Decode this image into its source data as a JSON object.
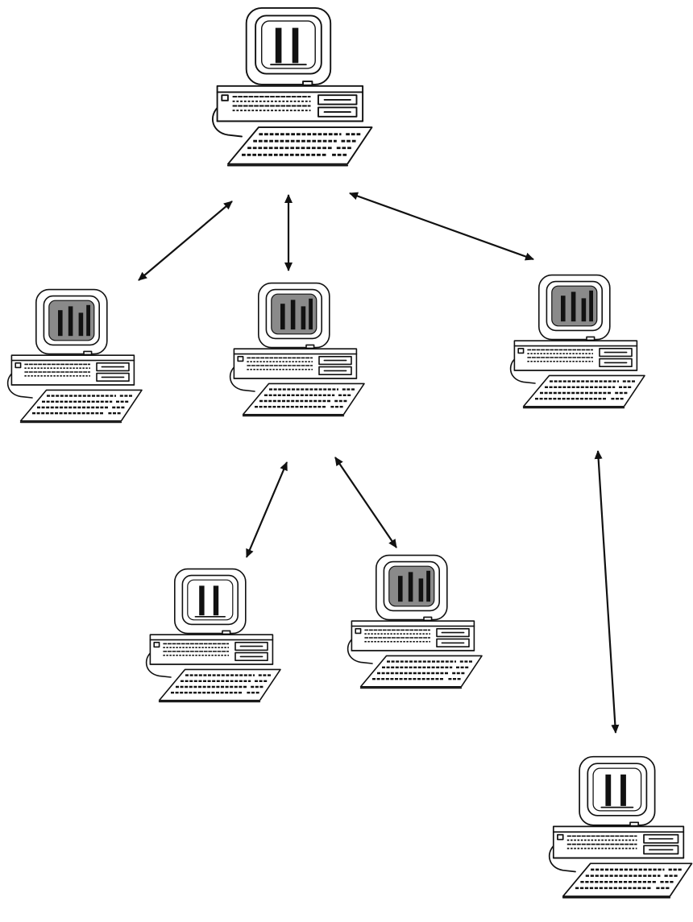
{
  "diagram": {
    "type": "network-topology",
    "nodes": [
      {
        "id": "computer-top",
        "screen": "plain"
      },
      {
        "id": "computer-left",
        "screen": "shaded"
      },
      {
        "id": "computer-middle",
        "screen": "shaded"
      },
      {
        "id": "computer-right",
        "screen": "shaded"
      },
      {
        "id": "computer-bottom-left",
        "screen": "plain"
      },
      {
        "id": "computer-bottom-center",
        "screen": "shaded"
      },
      {
        "id": "computer-bottom-right",
        "screen": "plain"
      }
    ],
    "edges": [
      {
        "from": "computer-top",
        "to": "computer-left",
        "direction": "bidirectional"
      },
      {
        "from": "computer-top",
        "to": "computer-middle",
        "direction": "bidirectional"
      },
      {
        "from": "computer-top",
        "to": "computer-right",
        "direction": "bidirectional"
      },
      {
        "from": "computer-middle",
        "to": "computer-bottom-left",
        "direction": "bidirectional"
      },
      {
        "from": "computer-middle",
        "to": "computer-bottom-center",
        "direction": "bidirectional"
      },
      {
        "from": "computer-right",
        "to": "computer-bottom-right",
        "direction": "bidirectional"
      }
    ],
    "colors": {
      "ink": "#111111",
      "background": "#ffffff",
      "screen_shade": "#8a8a8a"
    }
  }
}
